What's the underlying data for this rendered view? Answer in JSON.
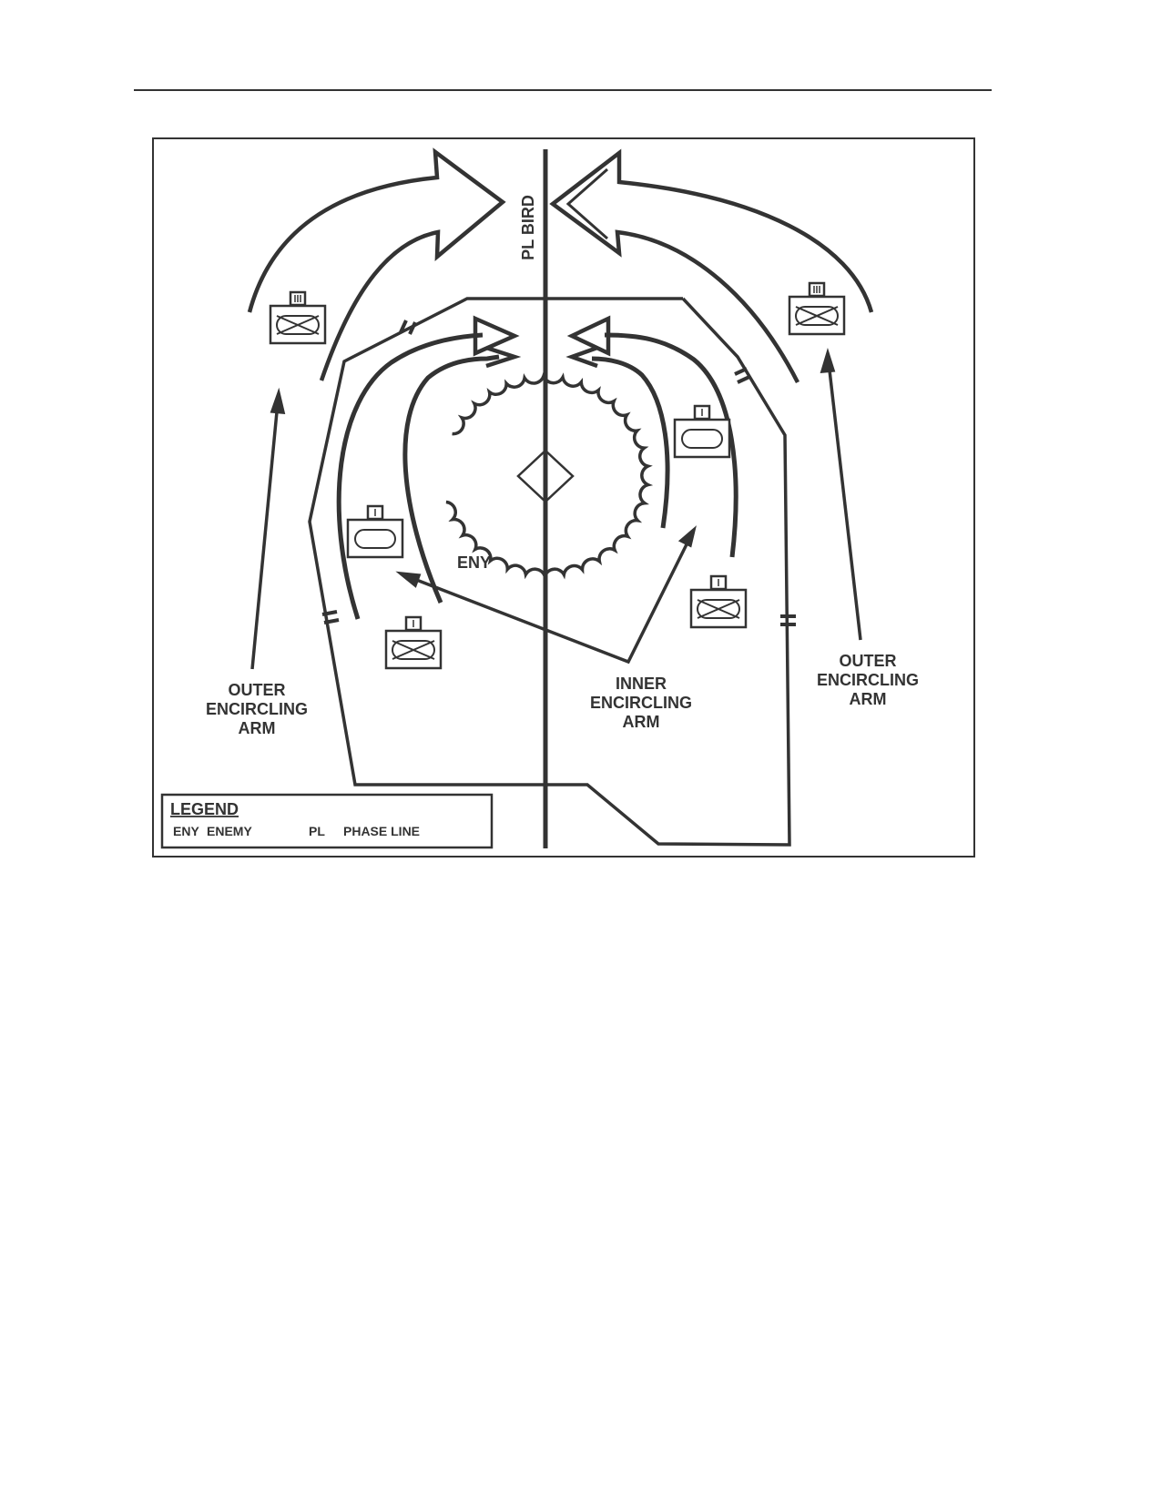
{
  "phase_line": {
    "label": "PL BIRD"
  },
  "labels": {
    "enemy": "ENY",
    "outer_left": [
      "OUTER",
      "ENCIRCLING",
      "ARM"
    ],
    "outer_right": [
      "OUTER",
      "ENCIRCLING",
      "ARM"
    ],
    "inner": [
      "INNER",
      "ENCIRCLING",
      "ARM"
    ]
  },
  "legend": {
    "title": "LEGEND",
    "eny_abbr": "ENY",
    "eny_text": "ENEMY",
    "pl_abbr": "PL",
    "pl_text": "PHASE LINE"
  },
  "unit_symbols": [
    {
      "id": "unit-outer-left",
      "type": "mechanized-infantry",
      "echelon": "III"
    },
    {
      "id": "unit-outer-right",
      "type": "mechanized-infantry",
      "echelon": "III"
    },
    {
      "id": "unit-inner-left-armor",
      "type": "armor",
      "echelon": "I"
    },
    {
      "id": "unit-inner-right-armor",
      "type": "armor",
      "echelon": "I"
    },
    {
      "id": "unit-inner-left-mech",
      "type": "mechanized-infantry",
      "echelon": "I"
    },
    {
      "id": "unit-inner-right-mech",
      "type": "mechanized-infantry",
      "echelon": "I"
    }
  ],
  "colors": {
    "ink": "#333333",
    "background": "#ffffff"
  }
}
